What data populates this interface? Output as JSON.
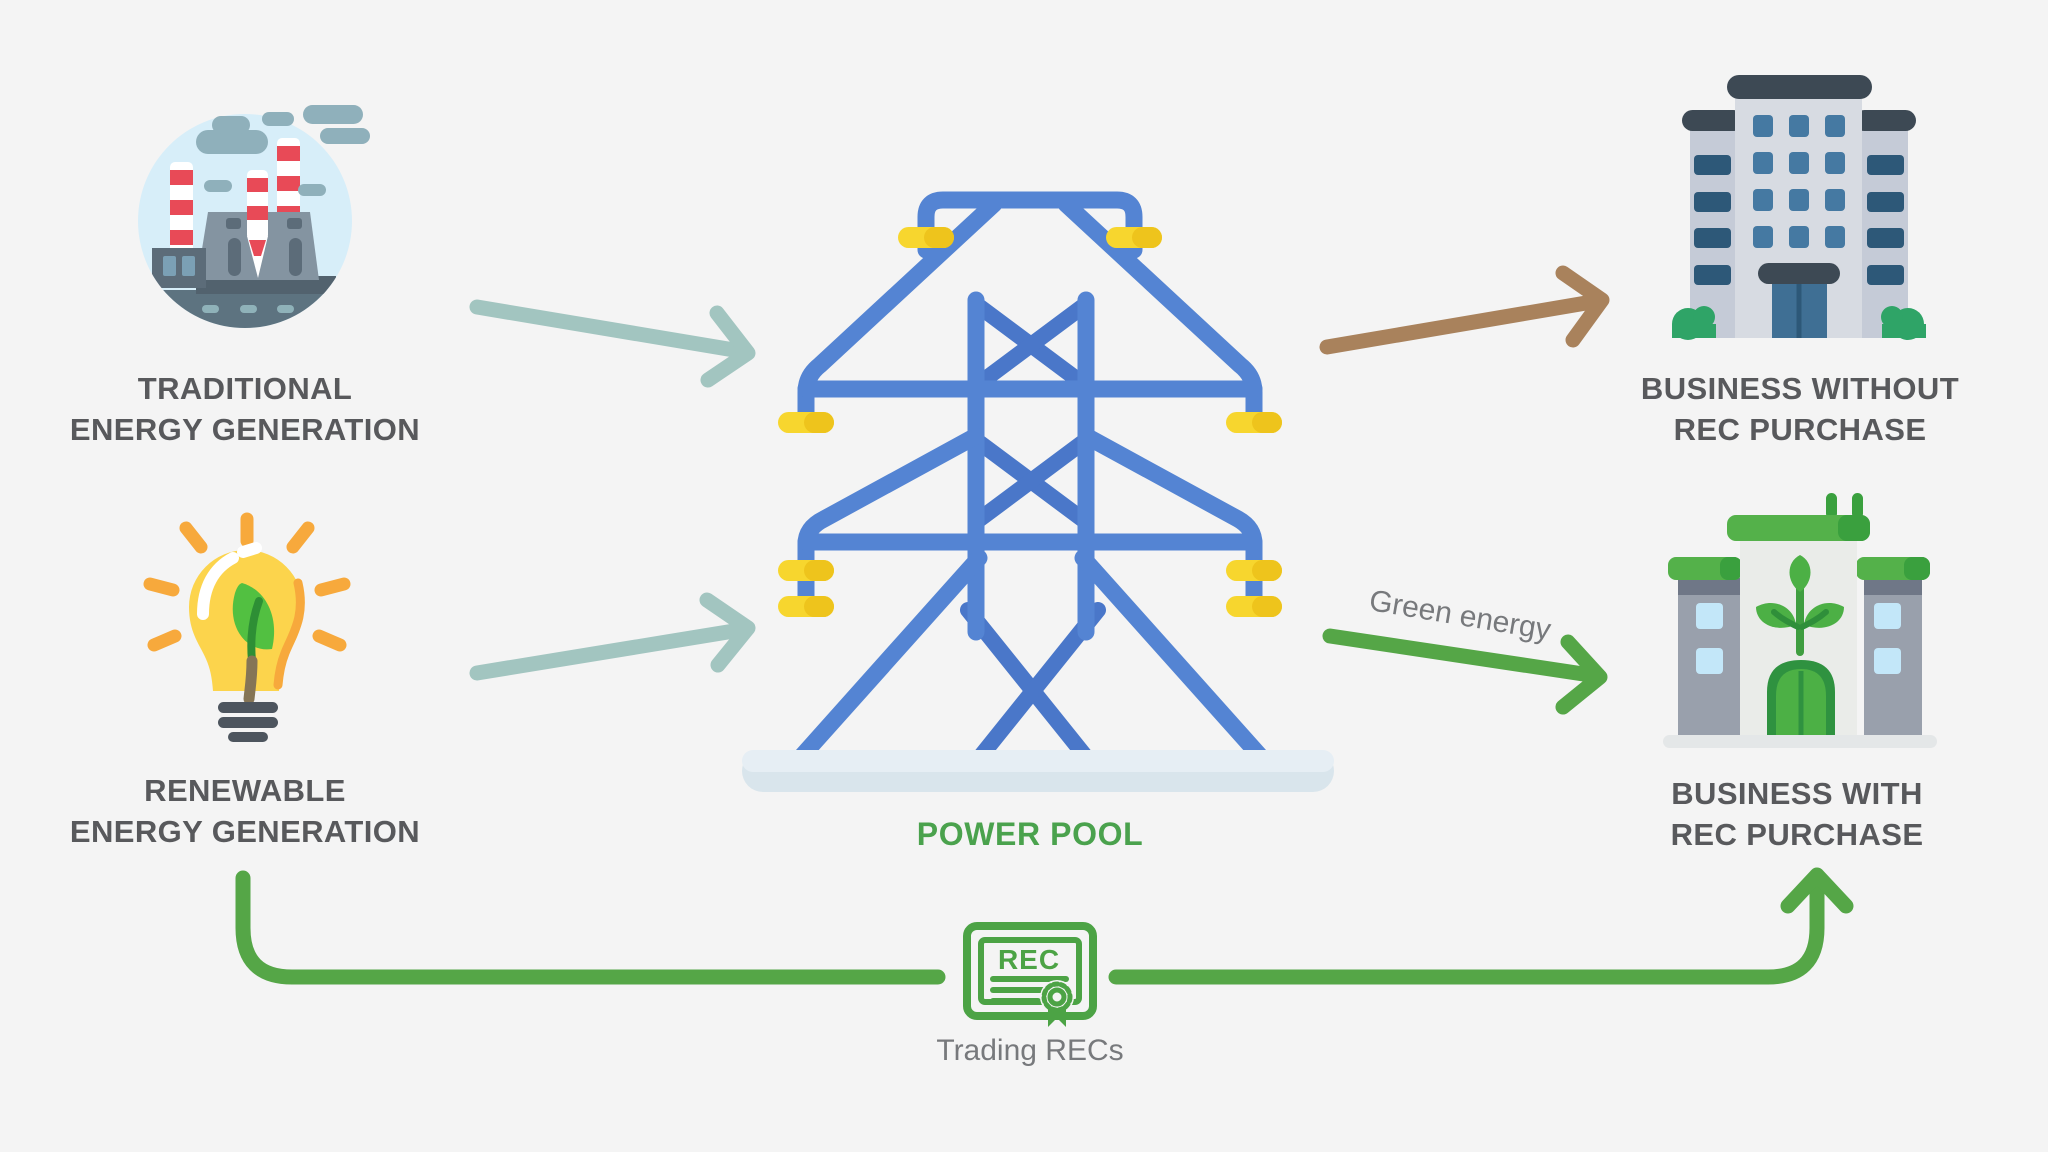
{
  "canvas": {
    "background": "#f4f4f4"
  },
  "nodes": {
    "traditional": {
      "line1": "TRADITIONAL",
      "line2": "ENERGY GENERATION",
      "icon": "power-plant-icon"
    },
    "renewable": {
      "line1": "RENEWABLE",
      "line2": "ENERGY GENERATION",
      "icon": "green-bulb-icon"
    },
    "power_pool": {
      "label": "POWER POOL",
      "icon": "transmission-tower-icon"
    },
    "business_without_rec": {
      "line1": "BUSINESS WITHOUT",
      "line2": "REC PURCHASE",
      "icon": "office-building-icon"
    },
    "business_with_rec": {
      "line1": "BUSINESS WITH",
      "line2": "REC PURCHASE",
      "icon": "green-building-icon"
    }
  },
  "edges": {
    "traditional_to_pool": {
      "type": "arrow",
      "color": "#a2c5c0"
    },
    "renewable_to_pool": {
      "type": "arrow",
      "color": "#a2c5c0"
    },
    "pool_to_business_without": {
      "type": "arrow",
      "color": "#a9825c"
    },
    "pool_to_business_with": {
      "type": "arrow",
      "color": "#55a647",
      "label": "Green energy"
    },
    "renewable_to_business_with": {
      "type": "elbow-arrow",
      "color": "#55a647",
      "label": "Trading RECs",
      "badge": "REC"
    }
  },
  "colors": {
    "label_text": "#58595c",
    "edge_label_text": "#77797c",
    "power_pool_text": "#4aa24d",
    "edge_teal": "#a2c5c0",
    "edge_brown": "#a9825c",
    "edge_green": "#55a647",
    "tower_blue": "#5484d3",
    "tower_brace_blue": "#4a77c9",
    "insulator_yellow": "#f7d62e",
    "certificate_green": "#4ca345"
  }
}
